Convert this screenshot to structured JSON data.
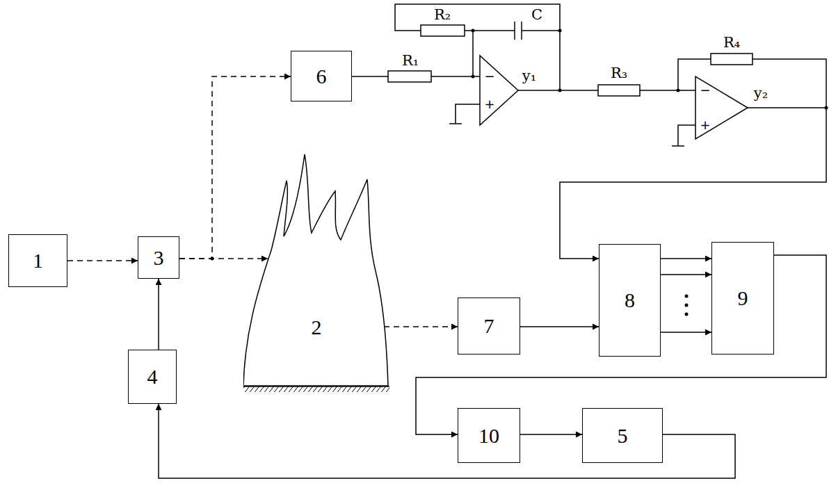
{
  "diagram": {
    "nodes": [
      {
        "text": [
          "1"
        ]
      },
      {
        "text": [
          "3"
        ]
      },
      {
        "text": [
          "2"
        ]
      },
      {
        "text": [
          "4"
        ]
      },
      {
        "text": [
          "6"
        ]
      },
      {
        "text": [
          "7"
        ]
      },
      {
        "text": [
          "8"
        ]
      },
      {
        "text": [
          "9"
        ]
      },
      {
        "text": [
          "10"
        ]
      },
      {
        "text": [
          "5"
        ]
      }
    ],
    "edges": [
      {
        "from": 0,
        "to": 1,
        "arrow": "to"
      },
      {
        "from": 1,
        "to": 2,
        "arrow": "to"
      },
      {
        "from": 1,
        "to": 4,
        "arrow": "to"
      },
      {
        "from": 3,
        "to": 1,
        "arrow": "to"
      },
      {
        "from": 2,
        "to": 5,
        "arrow": "to"
      },
      {
        "from": 5,
        "to": 6,
        "arrow": "to"
      },
      {
        "from": 6,
        "to": 7,
        "arrow": "to"
      },
      {
        "from": 6,
        "to": 7,
        "arrow": "to"
      },
      {
        "from": 6,
        "to": 7,
        "arrow": "to"
      },
      {
        "from": 7,
        "to": 8,
        "arrow": "to"
      },
      {
        "from": 8,
        "to": 9,
        "arrow": "to"
      },
      {
        "from": 9,
        "to": 3,
        "arrow": "to"
      }
    ],
    "labels": [
      "R₂",
      "C",
      "R₁",
      "−",
      "+",
      "y₁",
      "R₃",
      "R₄",
      "−",
      "+",
      "y₂"
    ]
  }
}
